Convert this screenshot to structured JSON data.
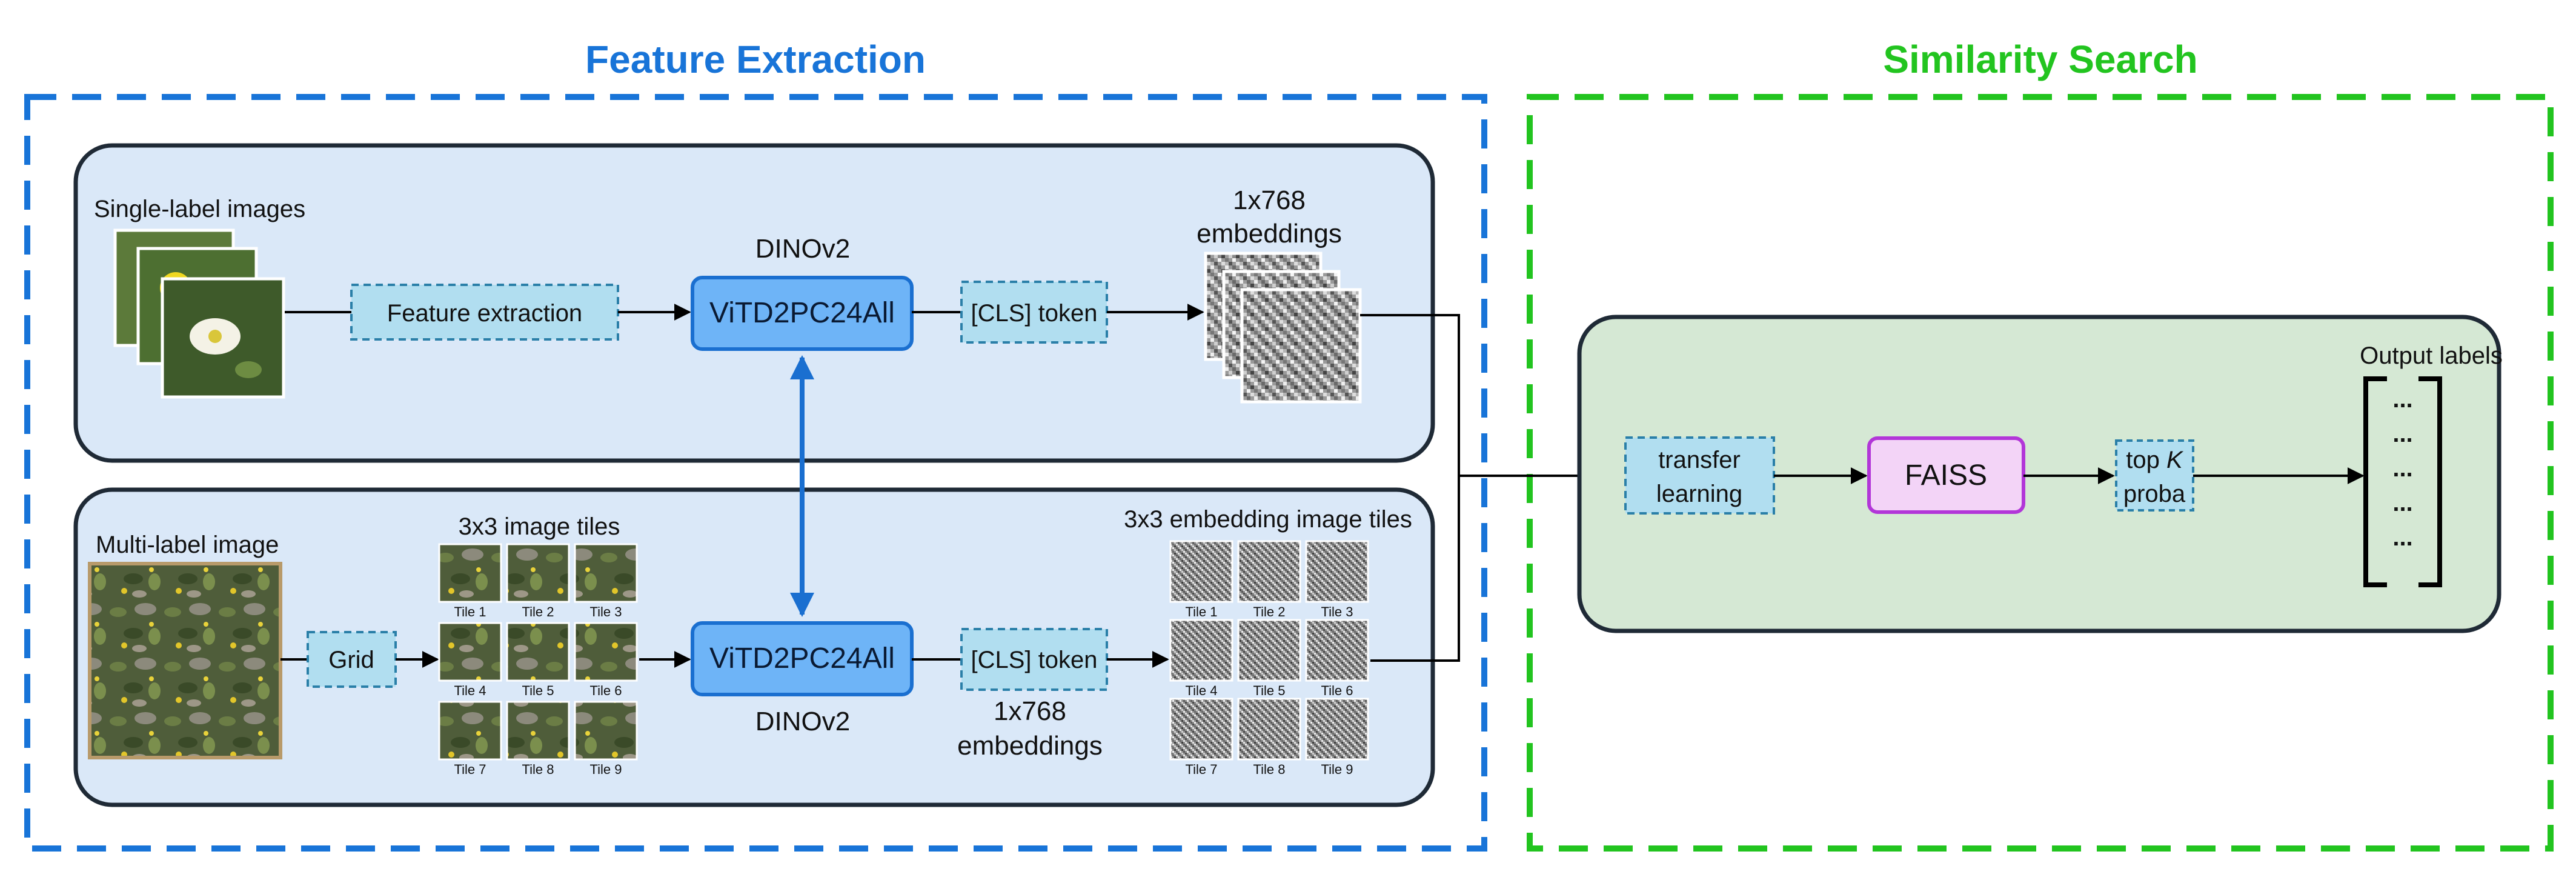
{
  "sections": {
    "feature_extraction_title": "Feature Extraction",
    "similarity_search_title": "Similarity Search"
  },
  "single_label": {
    "input_label": "Single-label images",
    "process_box": "Feature extraction",
    "model_name": "ViTD2PC24All",
    "model_family": "DINOv2",
    "token_box": "[CLS] token",
    "embed_label_line1": "1x768",
    "embed_label_line2": "embeddings"
  },
  "multi_label": {
    "input_label": "Multi-label image",
    "grid_box": "Grid",
    "tiles_label": "3x3 image tiles",
    "tile_labels": [
      "Tile 1",
      "Tile 2",
      "Tile 3",
      "Tile 4",
      "Tile 5",
      "Tile 6",
      "Tile 7",
      "Tile 8",
      "Tile 9"
    ],
    "model_name": "ViTD2PC24All",
    "model_family": "DINOv2",
    "token_box": "[CLS] token",
    "embed_label_line1": "1x768",
    "embed_label_line2": "embeddings",
    "embed_tiles_label": "3x3 embedding image tiles",
    "embed_tile_labels": [
      "Tile 1",
      "Tile 2",
      "Tile 3",
      "Tile 4",
      "Tile 5",
      "Tile 6",
      "Tile 7",
      "Tile 8",
      "Tile 9"
    ]
  },
  "similarity": {
    "transfer_line1": "transfer",
    "transfer_line2": "learning",
    "faiss": "FAISS",
    "topk_line1": "top ",
    "topk_k": "K",
    "topk_line2": "proba",
    "output_label": "Output labels",
    "output_items": [
      "...",
      "...",
      "...",
      "...",
      "..."
    ]
  },
  "colors": {
    "feature_dash": "#1874d8",
    "similarity_dash": "#22c41f",
    "panel_blue": "#dae8f8",
    "panel_green": "#d5e8d4",
    "model_fill": "#6eb4f7",
    "model_stroke": "#1a6fd0",
    "token_fill": "#b1def0",
    "faiss_fill": "#f3d4f7",
    "faiss_stroke": "#b236d8"
  }
}
